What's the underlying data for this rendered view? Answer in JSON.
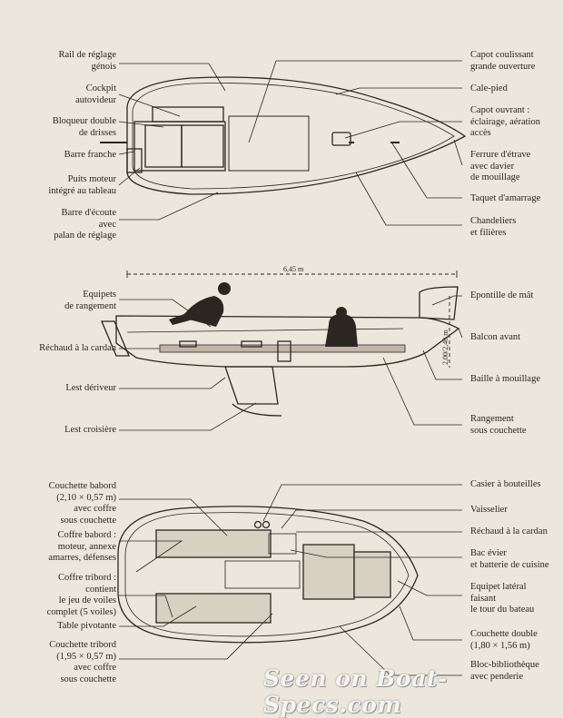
{
  "colors": {
    "paper": "#ece6dc",
    "ink": "#2b2620"
  },
  "deck": {
    "left": [
      "Rail de réglage\ngénois",
      "Cockpit\nautovideur",
      "Bloqueur double\nde drisses",
      "Barre franche",
      "Puits moteur\nintégré au tableau",
      "Barre d'écoute\navec\npalan de réglage"
    ],
    "right": [
      "Capot coulissant\ngrande ouverture",
      "Cale-pied",
      "Capot ouvrant :\néclairage, aération\naccès",
      "Ferrure d'étrave\navec davier\nde mouillage",
      "Taquet d'amarrage",
      "Chandeliers\net filières"
    ]
  },
  "profile": {
    "length": "6,45 m",
    "height": "2,00/2,40 m",
    "left": [
      "Equipets\nde rangement",
      "Réchaud à la cardan",
      "Lest dériveur",
      "Lest croisière"
    ],
    "right": [
      "Epontille de mât",
      "Balcon avant",
      "Baille à mouillage",
      "Rangement\nsous couchette"
    ]
  },
  "interior": {
    "left": [
      "Couchette babord\n(2,10 × 0,57 m)\navec coffre\nsous couchette",
      "Coffre babord :\nmoteur, annexe\namarres, défenses",
      "Coffre tribord :\ncontient\nle jeu de voiles\ncomplet (5 voiles)",
      "Table pivotante",
      "Couchette tribord\n(1,95 × 0,57 m)\navec coffre\nsous couchette"
    ],
    "right": [
      "Casier à bouteilles",
      "Vaisselier",
      "Réchaud à la cardan",
      "Bac évier\net batterie de cuisine",
      "Equipet latéral\nfaisant\nle tour du bateau",
      "Couchette double\n(1,80 × 1,56 m)",
      "Bloc-bibliothèque\navec penderie"
    ]
  },
  "watermark": "Seen on Boat-Specs.com"
}
